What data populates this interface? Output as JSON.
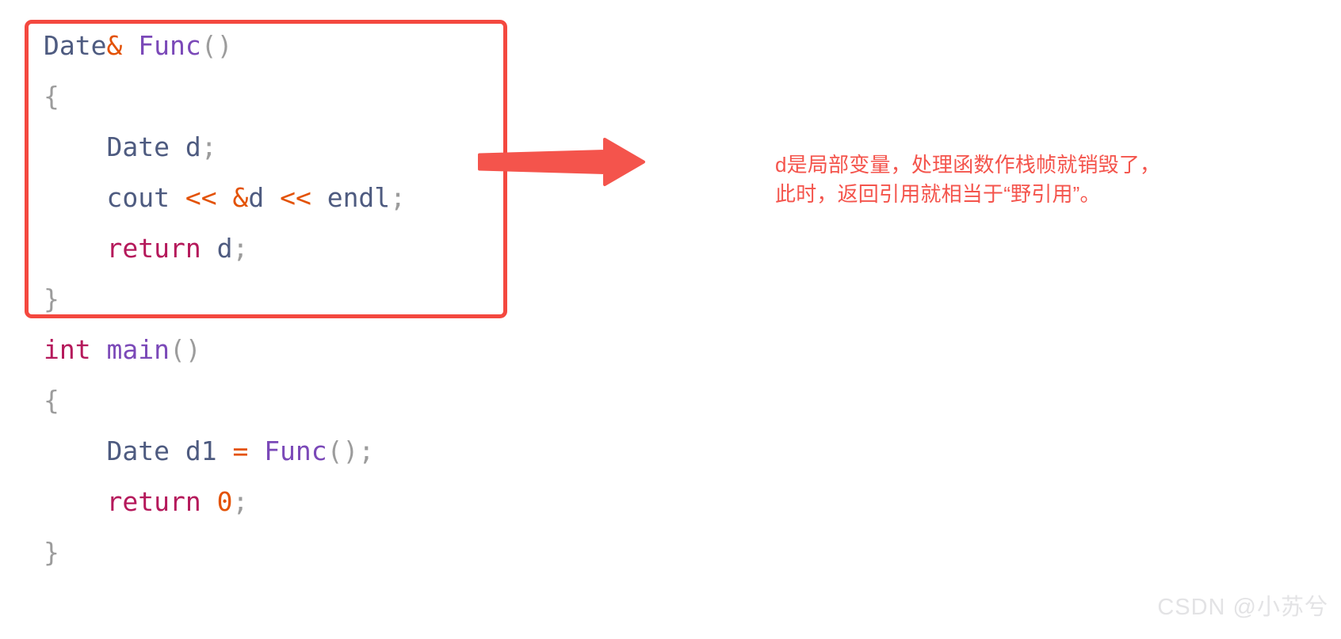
{
  "code": {
    "language": "cpp",
    "lines": [
      {
        "indent": 0,
        "tokens": [
          {
            "t": "Date",
            "c": "type"
          },
          {
            "t": "&",
            "c": "op"
          },
          {
            "t": " ",
            "c": "type"
          },
          {
            "t": "Func",
            "c": "fn"
          },
          {
            "t": "()",
            "c": "punct"
          }
        ]
      },
      {
        "indent": 0,
        "tokens": [
          {
            "t": "{",
            "c": "punct"
          }
        ]
      },
      {
        "indent": 1,
        "tokens": [
          {
            "t": "Date d",
            "c": "type"
          },
          {
            "t": ";",
            "c": "punct"
          }
        ]
      },
      {
        "indent": 1,
        "tokens": [
          {
            "t": "cout ",
            "c": "type"
          },
          {
            "t": "<<",
            "c": "op"
          },
          {
            "t": " ",
            "c": "type"
          },
          {
            "t": "&",
            "c": "op"
          },
          {
            "t": "d ",
            "c": "type"
          },
          {
            "t": "<<",
            "c": "op"
          },
          {
            "t": " endl",
            "c": "type"
          },
          {
            "t": ";",
            "c": "punct"
          }
        ]
      },
      {
        "indent": 1,
        "tokens": [
          {
            "t": "return",
            "c": "kw"
          },
          {
            "t": " d",
            "c": "type"
          },
          {
            "t": ";",
            "c": "punct"
          }
        ]
      },
      {
        "indent": 0,
        "tokens": [
          {
            "t": "}",
            "c": "punct"
          }
        ]
      },
      {
        "indent": 0,
        "tokens": [
          {
            "t": "int",
            "c": "kw"
          },
          {
            "t": " ",
            "c": "type"
          },
          {
            "t": "main",
            "c": "fn"
          },
          {
            "t": "()",
            "c": "punct"
          }
        ]
      },
      {
        "indent": 0,
        "tokens": [
          {
            "t": "{",
            "c": "punct"
          }
        ]
      },
      {
        "indent": 1,
        "tokens": [
          {
            "t": "Date d1 ",
            "c": "type"
          },
          {
            "t": "=",
            "c": "op"
          },
          {
            "t": " ",
            "c": "type"
          },
          {
            "t": "Func",
            "c": "fn"
          },
          {
            "t": "()",
            "c": "punct"
          },
          {
            "t": ";",
            "c": "punct"
          }
        ]
      },
      {
        "indent": 1,
        "tokens": [
          {
            "t": "return",
            "c": "kw"
          },
          {
            "t": " ",
            "c": "type"
          },
          {
            "t": "0",
            "c": "op"
          },
          {
            "t": ";",
            "c": "punct"
          }
        ]
      },
      {
        "indent": 0,
        "tokens": [
          {
            "t": "}",
            "c": "punct"
          }
        ]
      }
    ],
    "plain_text": "Date& Func()\n{\n    Date d;\n    cout << &d << endl;\n    return d;\n}\nint main()\n{\n    Date d1 = Func();\n    return 0;\n}"
  },
  "highlight": {
    "label": "Func-function-highlight",
    "color": "#f4483f"
  },
  "arrow": {
    "label": "annotation-arrow",
    "color": "#f4544c",
    "direction": "right"
  },
  "annotation": {
    "color": "#f4544c",
    "lines": [
      "d是局部变量，处理函数作栈帧就销毁了，",
      "此时，返回引用就相当于“野引用”。"
    ]
  },
  "watermark": {
    "text": "CSDN @小苏兮",
    "color": "#e3e3e5"
  },
  "colors": {
    "background": "#ffffff",
    "type": "#4e5b80",
    "keyword": "#b5195b",
    "function": "#7b49b8",
    "operator": "#e35205",
    "punctuation": "#9c9c9c",
    "accent_red": "#f4483f"
  }
}
